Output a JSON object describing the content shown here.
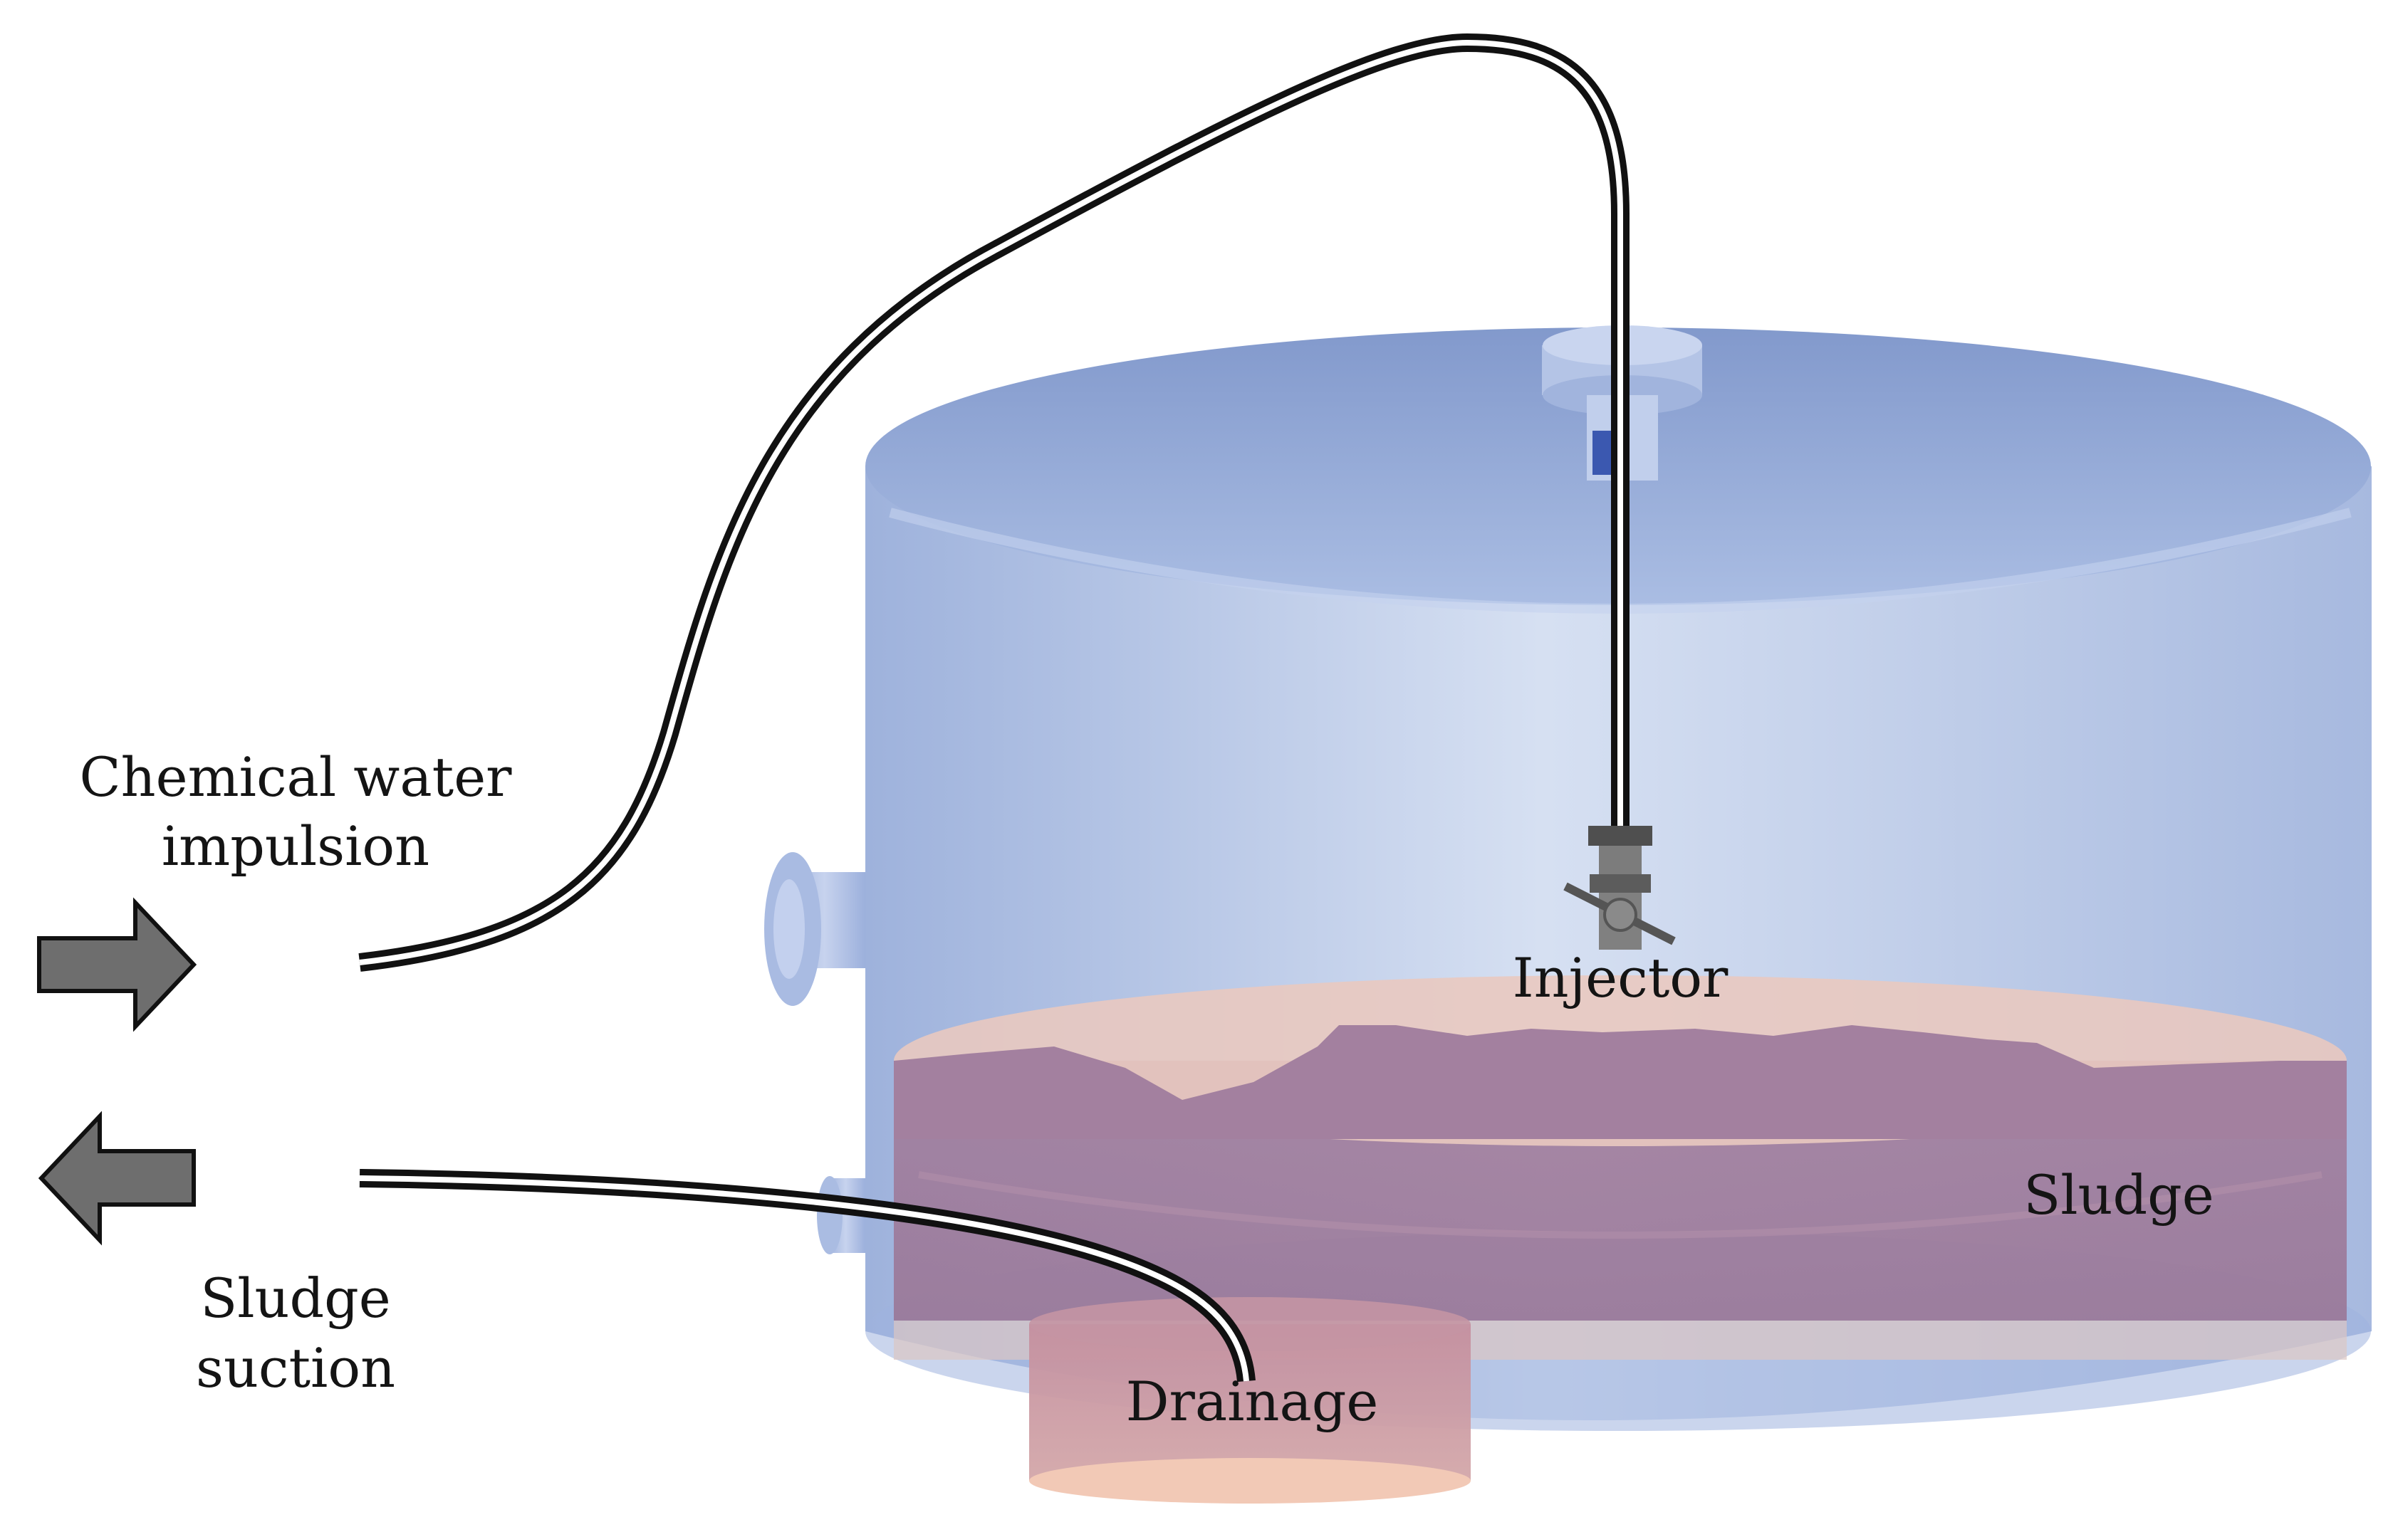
{
  "labels": {
    "chemical_line1": "Chemical water",
    "chemical_line2": "impulsion",
    "sludge_suction_line1": "Sludge",
    "sludge_suction_line2": "suction",
    "injector": "Injector",
    "sludge": "Sludge",
    "drainage": "Drainage"
  },
  "colors": {
    "tank_body": "#a9bbe0",
    "tank_lid": "#8fa5d4",
    "sludge": "#9d7898",
    "sludge_top": "#e9c9c0",
    "drain_box": "#c89aa8",
    "arrow_fill": "#6e6e6e",
    "pipe": "#111111",
    "injector": "#7c7c7c"
  },
  "icons": {
    "inflow_arrow": "arrow-right-icon",
    "outflow_arrow": "arrow-left-icon"
  }
}
